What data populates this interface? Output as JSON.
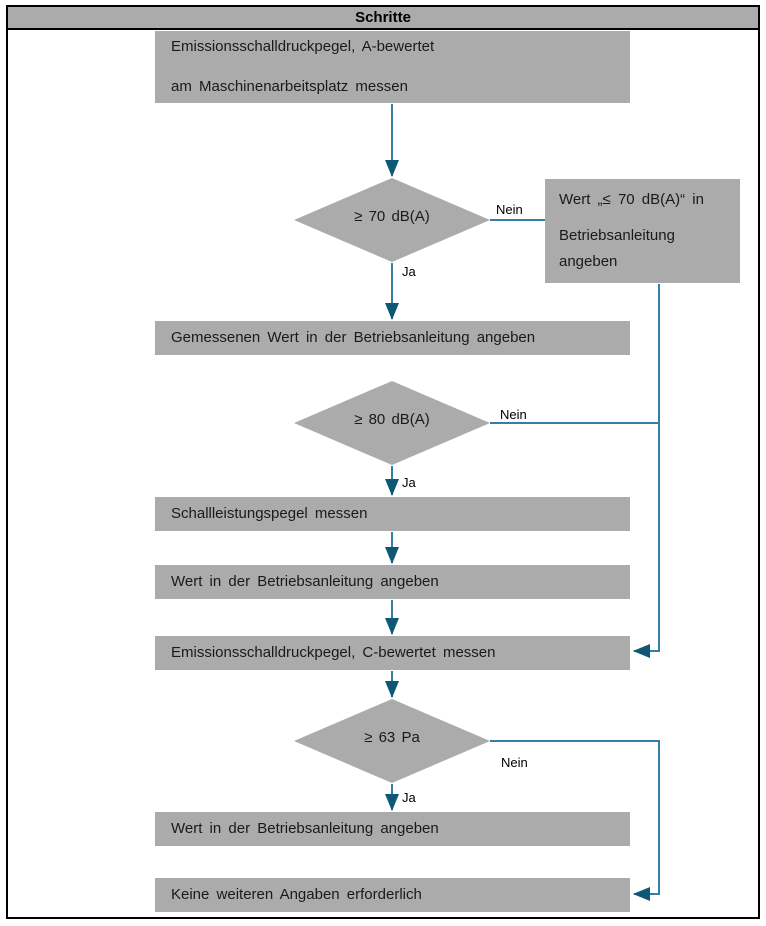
{
  "title": "Schritte",
  "colors": {
    "node_fill": "#ababab",
    "header_fill": "#ababab",
    "connector_line": "#337fa6",
    "arrowhead": "#0f5875",
    "frame_border": "#000000",
    "text": "#1a1a1a"
  },
  "boxes": {
    "measure_a": {
      "lines": [
        "Emissionsschalldruckpegel, A-bewertet",
        "am Maschinenarbeitsplatz messen"
      ]
    },
    "note_70": {
      "lines": [
        "Wert „≤ 70 dB(A)“ in",
        "Betriebsanleitung angeben"
      ]
    },
    "state_measured": {
      "label": "Gemessenen Wert in der Betriebsanleitung angeben"
    },
    "measure_power": {
      "label": "Schallleistungspegel messen"
    },
    "state_value_1": {
      "label": "Wert in der Betriebsanleitung angeben"
    },
    "measure_c": {
      "label": "Emissionsschalldruckpegel, C-bewertet messen"
    },
    "state_value_2": {
      "label": "Wert in der Betriebsanleitung angeben"
    },
    "no_more": {
      "label": "Keine weiteren Angaben erforderlich"
    }
  },
  "decisions": {
    "ge_70": {
      "label": "≥ 70 dB(A)"
    },
    "ge_80": {
      "label": "≥ 80 dB(A)"
    },
    "ge_63": {
      "label": "≥ 63 Pa"
    }
  },
  "edge_labels": {
    "ja_1": "Ja",
    "nein_1": "Nein",
    "ja_2": "Ja",
    "nein_2": "Nein",
    "ja_3": "Ja",
    "nein_3": "Nein"
  }
}
